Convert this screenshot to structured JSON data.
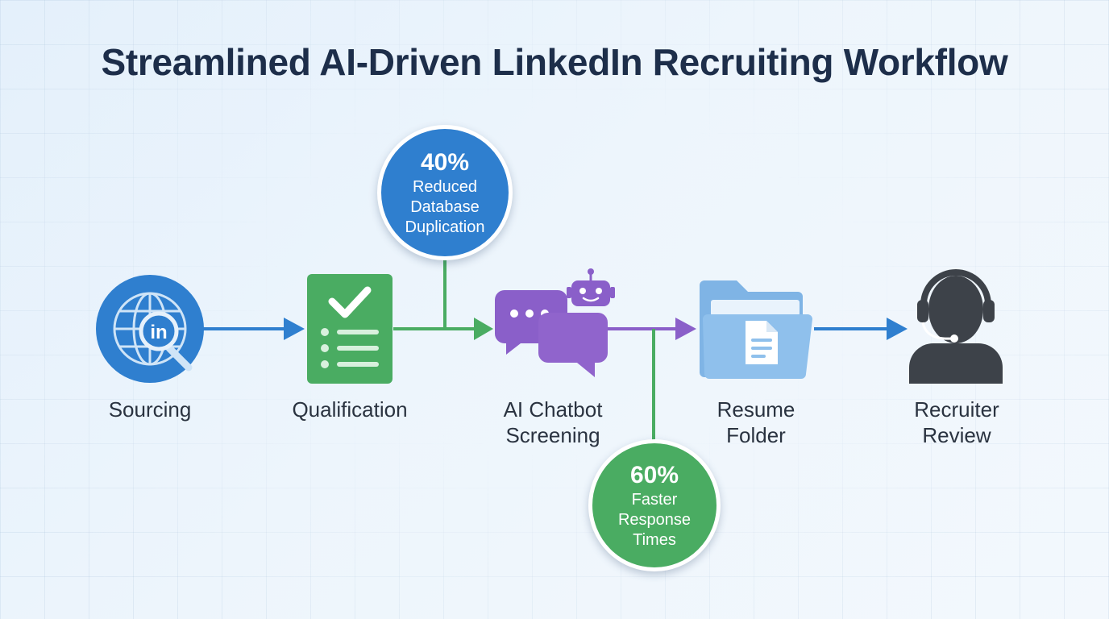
{
  "title": "Streamlined AI-Driven LinkedIn Recruiting Workflow",
  "steps": [
    {
      "label_line1": "Sourcing",
      "label_line2": "",
      "icon": "globe-linkedin-search-icon"
    },
    {
      "label_line1": "Qualification",
      "label_line2": "",
      "icon": "checklist-icon"
    },
    {
      "label_line1": "AI Chatbot",
      "label_line2": "Screening",
      "icon": "chatbot-icon"
    },
    {
      "label_line1": "Resume",
      "label_line2": "Folder",
      "icon": "folder-document-icon"
    },
    {
      "label_line1": "Recruiter",
      "label_line2": "Review",
      "icon": "headset-person-icon"
    }
  ],
  "stats": [
    {
      "value": "40%",
      "line1": "Reduced",
      "line2": "Database",
      "line3": "Duplication",
      "color": "#2f7fcf"
    },
    {
      "value": "60%",
      "line1": "Faster",
      "line2": "Response",
      "line3": "Times",
      "color": "#4aac62"
    }
  ],
  "linkedin_text": "in",
  "colors": {
    "blue": "#2f7fcf",
    "green": "#4aac62",
    "purple": "#8a5fc9",
    "folder": "#8bbde9",
    "dark": "#3d4249"
  }
}
